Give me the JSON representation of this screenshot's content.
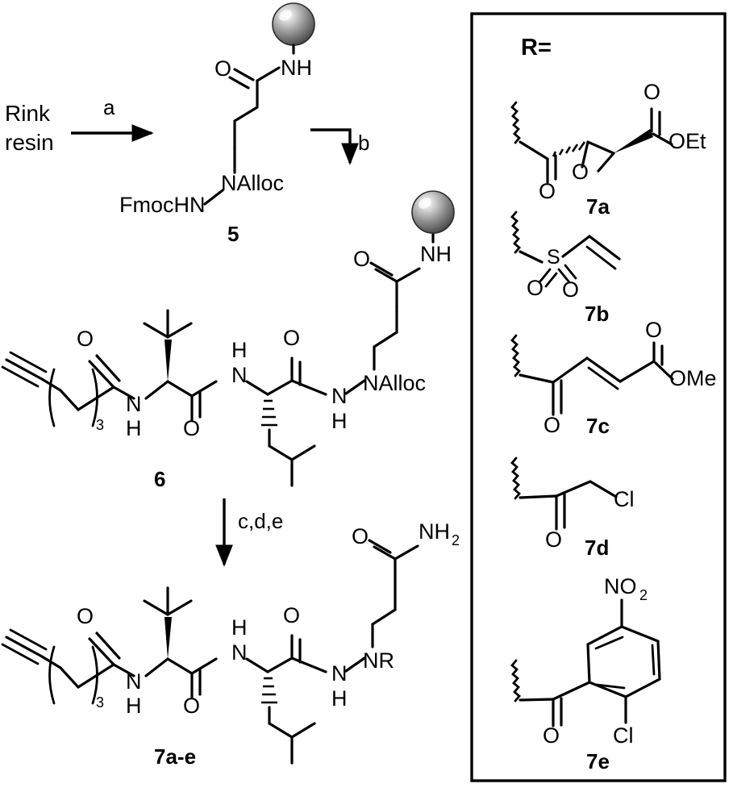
{
  "figure": {
    "type": "chemical-reaction-scheme",
    "title": "Solid-phase synthesis of hydrazide-linked electrophile probes",
    "background": "#ffffff",
    "ink_color": "#000000"
  },
  "starting_material": {
    "line1": "Rink",
    "line2": "resin"
  },
  "arrows": [
    {
      "id": "arrow-a",
      "label": "a",
      "direction": "right"
    },
    {
      "id": "arrow-b",
      "label": "b",
      "direction": "elbow-down"
    },
    {
      "id": "arrow-cde",
      "label": "c,d,e",
      "direction": "down"
    }
  ],
  "compounds": [
    {
      "id": "compound-5",
      "label": "5",
      "atom_labels": [
        "O",
        "NH",
        "NAlloc",
        "FmocHN"
      ],
      "resin_bead": true,
      "description": "Resin-bound beta-alanine hydrazide with Fmoc and Alloc protection"
    },
    {
      "id": "compound-6",
      "label": "6",
      "atom_labels": [
        "O",
        "N",
        "H",
        "O",
        "H",
        "N",
        "O",
        "N",
        "H",
        "NAlloc",
        "O",
        "NH",
        "3"
      ],
      "resin_bead": true,
      "description": "Resin-bound alkynyl-Tle-Leu hydrazide with Alloc protection"
    },
    {
      "id": "compound-7ae",
      "label": "7a-e",
      "atom_labels": [
        "O",
        "N",
        "H",
        "O",
        "H",
        "N",
        "O",
        "N",
        "H",
        "NR",
        "O",
        "NH",
        "3"
      ],
      "subscripts": [
        "2"
      ],
      "resin_bead": false,
      "description": "Cleaved alkynyl-Tle-Leu hydrazide amide bearing electrophile R"
    }
  ],
  "r_group_panel": {
    "heading": "R=",
    "border_color": "#000000",
    "entries": [
      {
        "id": "r-group-7a",
        "label": "7a",
        "atom_labels": [
          "O",
          "O",
          "O",
          "OEt"
        ],
        "description": "Ethyl ester epoxyketone (epoxide with ketone and OEt)"
      },
      {
        "id": "r-group-7b",
        "label": "7b",
        "atom_labels": [
          "S",
          "O",
          "O"
        ],
        "description": "Vinyl sulfone"
      },
      {
        "id": "r-group-7c",
        "label": "7c",
        "atom_labels": [
          "O",
          "O",
          "OMe"
        ],
        "description": "Methyl ester enone (fumarate-type Michael acceptor)"
      },
      {
        "id": "r-group-7d",
        "label": "7d",
        "atom_labels": [
          "O",
          "Cl"
        ],
        "description": "Chloromethyl ketone"
      },
      {
        "id": "r-group-7e",
        "label": "7e",
        "atom_labels": [
          "NO",
          "O",
          "Cl"
        ],
        "subscripts": [
          "2"
        ],
        "description": "2-chloro-5-nitrobenzoyl"
      }
    ]
  }
}
